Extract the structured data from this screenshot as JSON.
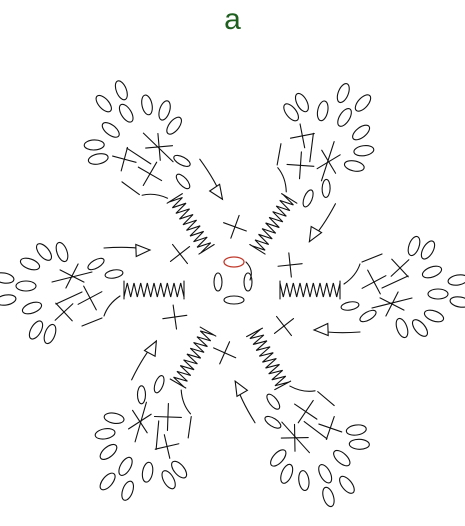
{
  "figure": {
    "label": "a"
  },
  "colors": {
    "label": "#1e5e1e",
    "stroke": "#111111",
    "center_loop": "#c0392b"
  },
  "diagram": {
    "symmetry": 6,
    "arms": [
      {
        "name": "arm-top-left"
      },
      {
        "name": "arm-top-right"
      },
      {
        "name": "arm-right"
      },
      {
        "name": "arm-bottom-right"
      },
      {
        "name": "arm-bottom-left"
      },
      {
        "name": "arm-left"
      }
    ]
  }
}
